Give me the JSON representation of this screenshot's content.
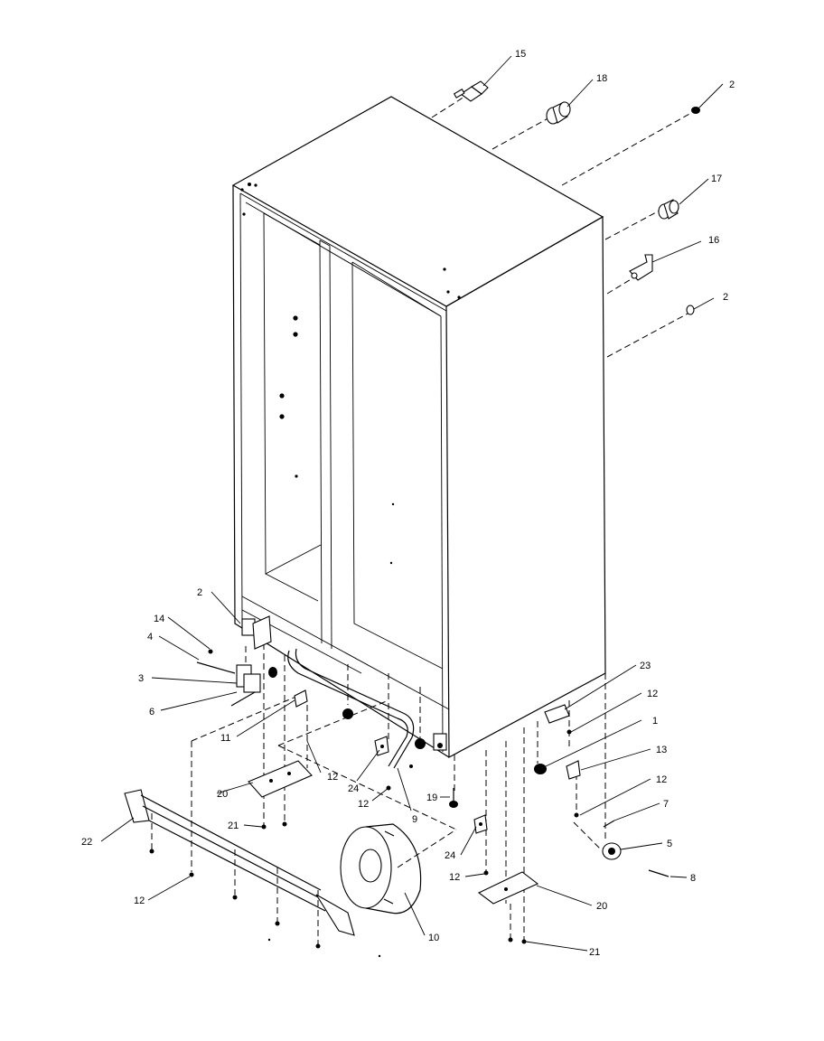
{
  "diagram": {
    "callouts": {
      "c15": "15",
      "c18": "18",
      "c2_top": "2",
      "c17": "17",
      "c16": "16",
      "c2_right": "2",
      "c2_left": "2",
      "c14": "14",
      "c4": "4",
      "c3": "3",
      "c6": "6",
      "c11": "11",
      "c23": "23",
      "c12_a": "12",
      "c1": "1",
      "c13": "13",
      "c12_b": "12",
      "c7": "7",
      "c5": "5",
      "c8": "8",
      "c12_c": "12",
      "c24_a": "24",
      "c12_d": "12",
      "c9": "9",
      "c19": "19",
      "c20_left": "20",
      "c21_left": "21",
      "c22": "22",
      "c12_e": "12",
      "c24_b": "24",
      "c12_f": "12",
      "c10": "10",
      "c20_right": "20",
      "c21_right": "21"
    }
  }
}
